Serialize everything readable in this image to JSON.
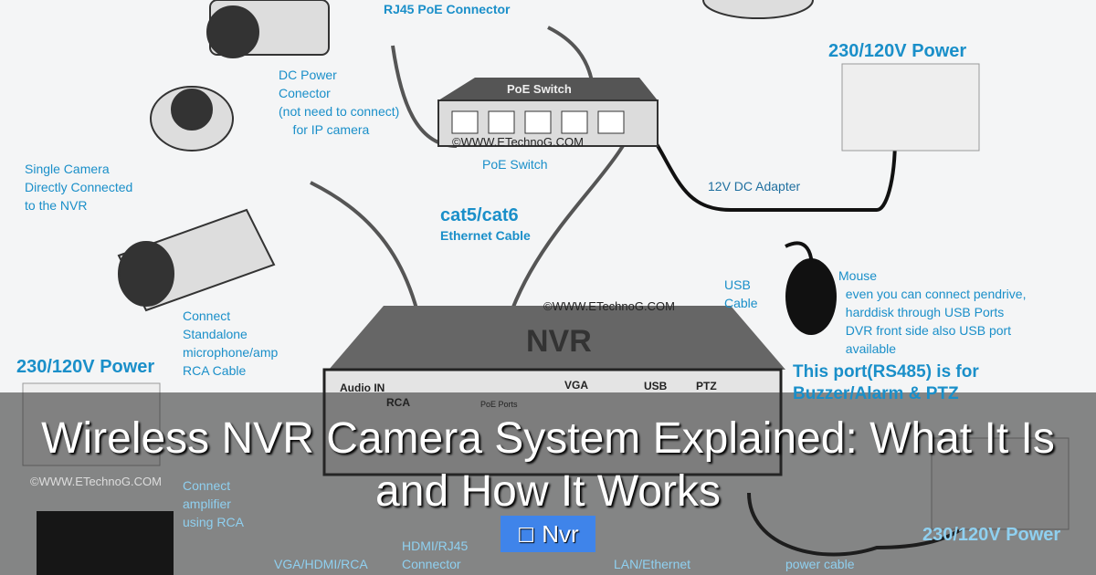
{
  "diagram": {
    "labels": {
      "rj45": "RJ45 PoE Connector",
      "dc_power": "DC Power\nConector\n(not need to connect)\n    for IP camera",
      "single_camera": "Single Camera\nDirectly Connected\nto the NVR",
      "poe_switch_title": "PoE Switch",
      "poe_switch_caption": "PoE Switch",
      "power_top": "230/120V Power",
      "adapter": "12V DC Adapter",
      "cat_cable_title": "cat5/cat6",
      "cat_cable_sub": "Ethernet Cable",
      "usb_cable": "USB\nCable",
      "mouse": "Mouse\n  even you can connect pendrive,\n  harddisk through USB Ports\n  DVR front side also USB port\n  available",
      "nvr": "NVR",
      "rs485": "This port(RS485) is for\nBuzzer/Alarm & PTZ",
      "power_left": "230/120V Power",
      "connect_mic": "Connect\nStandalone\nmicrophone/amp\nRCA Cable",
      "connect_amp": "Connect\namplifier\nusing RCA",
      "vga": "VGA/HDMI/RCA",
      "hdmi": "HDMI/RJ45\nConnector",
      "lan": "LAN/Ethernet",
      "power_cable": "power cable",
      "power_right": "230/120V Power",
      "audio_in": "Audio IN",
      "vga_port": "VGA",
      "usb_port": "USB",
      "ptz_port": "PTZ",
      "rca": "RCA",
      "poe_ports": "PoE Ports"
    },
    "watermark": "©WWW.ETechnoG.COM"
  },
  "post": {
    "title": "Wireless NVR Camera System Explained: What It Is and How It Works",
    "category_icon": "folder-icon",
    "category": "Nvr"
  },
  "colors": {
    "label": "#1a8fc9",
    "tag": "#3f84ea"
  }
}
